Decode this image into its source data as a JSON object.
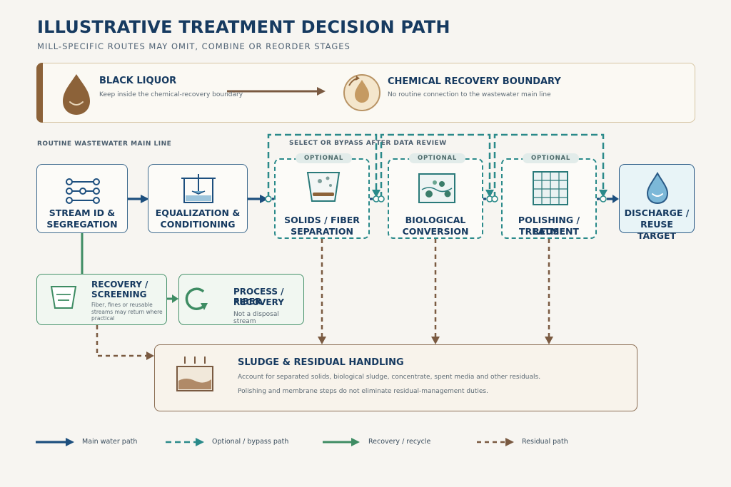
{
  "header": {
    "title": "ILLUSTRATIVE TREATMENT DECISION PATH",
    "subtitle": "MILL-SPECIFIC ROUTES MAY OMIT, COMBINE OR REORDER STAGES"
  },
  "black_liquor_panel": {
    "black_liquor_title": "BLACK LIQUOR",
    "black_liquor_note": "Keep inside the chemical-recovery boundary",
    "boundary_title": "CHEMICAL RECOVERY BOUNDARY",
    "boundary_note": "No routine connection to the wastewater main line"
  },
  "labels": {
    "main_line": "ROUTINE WASTEWATER MAIN LINE",
    "select_bypass": "SELECT OR BYPASS AFTER DATA REVIEW",
    "optional": "OPTIONAL"
  },
  "stages": {
    "stream_id": [
      "STREAM ID &",
      "SEGREGATION"
    ],
    "equalization": [
      "EQUALIZATION &",
      "CONDITIONING"
    ],
    "solids": [
      "SOLIDS / FIBER",
      "SEPARATION"
    ],
    "biological": [
      "BIOLOGICAL",
      "CONVERSION"
    ],
    "polishing": [
      "POLISHING / REUSE",
      "TREATMENT"
    ],
    "discharge": [
      "DISCHARGE /",
      "REUSE TARGET"
    ]
  },
  "recovery": {
    "screening_title": [
      "RECOVERY /",
      "SCREENING"
    ],
    "screening_note": "Fiber, fines or reusable streams may return where practical",
    "process_title": [
      "PROCESS / FIBER",
      "RECOVERY"
    ],
    "process_note": "Not a disposal stream"
  },
  "residual": {
    "title": "SLUDGE & RESIDUAL HANDLING",
    "line1": "Account for separated solids, biological sludge, concentrate, spent media and other residuals.",
    "line2": "Polishing and membrane steps do not eliminate residual-management duties."
  },
  "legend": {
    "main": "Main water path",
    "optional": "Optional / bypass path",
    "recovery": "Recovery / recycle",
    "residual": "Residual path"
  },
  "colors": {
    "main_path": "#1d4f7e",
    "optional_path": "#2a8a8a",
    "recovery_path": "#3e8c63",
    "residual_path": "#7a5a41",
    "black_liquor": "#8c6239"
  }
}
